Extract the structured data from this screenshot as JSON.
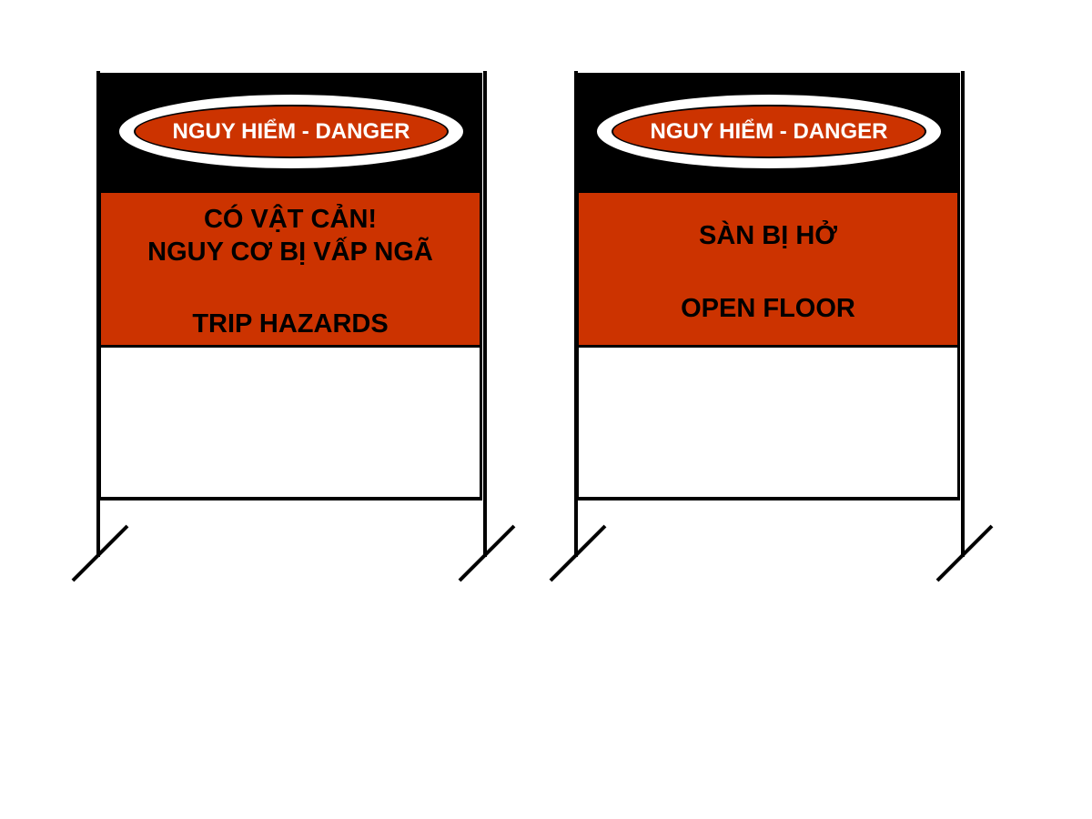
{
  "signs": [
    {
      "header_label": "NGUY HIỂM - DANGER",
      "hazard_lines": [
        "CÓ VẬT CẢN!",
        "NGUY CƠ BỊ VẤP NGÃ",
        "TRIP HAZARDS"
      ]
    },
    {
      "header_label": "NGUY HIỂM - DANGER",
      "hazard_lines": [
        "SÀN BỊ HỞ",
        "OPEN FLOOR"
      ]
    }
  ],
  "colors": {
    "danger_red": "#cc3300",
    "header_black": "#000000",
    "oval_white": "#ffffff"
  }
}
